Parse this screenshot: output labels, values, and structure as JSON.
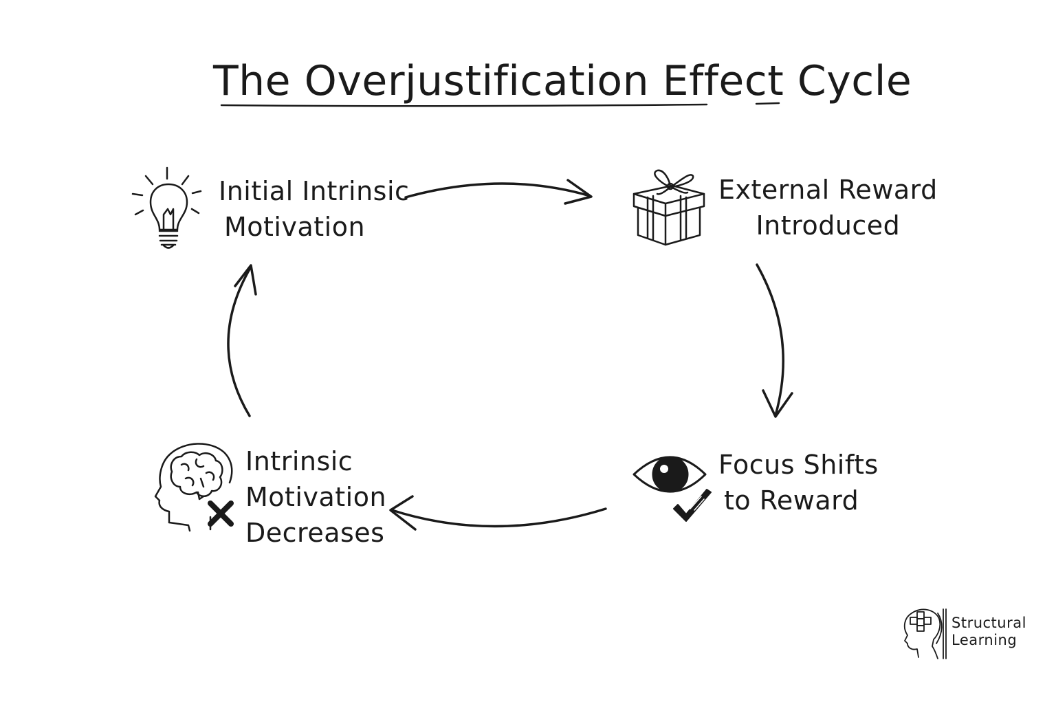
{
  "title": "The Overjustification Effect Cycle",
  "nodes": {
    "initial_motivation": {
      "line1": "Initial Intrinsic",
      "line2": "Motivation",
      "icon": "lightbulb-icon"
    },
    "external_reward": {
      "line1": "External Reward",
      "line2": "Introduced",
      "icon": "gift-icon"
    },
    "focus_shift": {
      "line1": "Focus Shifts",
      "line2": "to Reward",
      "icon": "eye-with-checkmark-icon"
    },
    "motivation_decreases": {
      "line1": "Intrinsic",
      "line2": "Motivation",
      "line3": "Decreases",
      "icon": "brain-head-with-x-icon"
    }
  },
  "logo": {
    "line1": "Structural",
    "line2": "Learning",
    "icon": "head-puzzle-icon"
  },
  "colors": {
    "ink": "#1a1a1a",
    "background": "#ffffff"
  }
}
